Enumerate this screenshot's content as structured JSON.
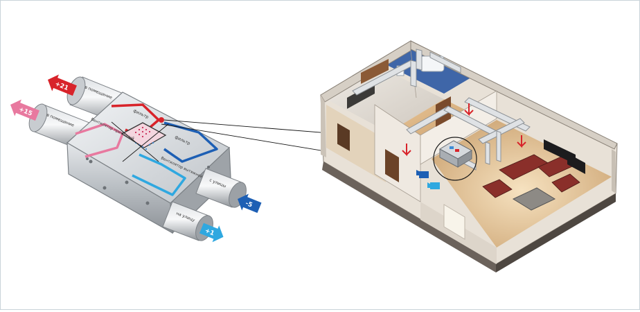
{
  "unit": {
    "port_labels": {
      "to_room_top": "в помещение",
      "to_room_bottom": "в помещение",
      "from_street": "с улицы",
      "to_street": "на улицу"
    },
    "channel_labels": {
      "filter_top": "фильтр",
      "filter_right": "фильтр",
      "fan_supply": "Вентилятор приточный",
      "fan_exhaust": "Вентилятор вытяжной"
    },
    "temperatures": {
      "room_supply": "+21",
      "room_exhaust": "+15",
      "street_in": "-5",
      "street_out": "+1"
    }
  },
  "colors": {
    "warm_supply": "#d8232a",
    "warm_exhaust": "#e8799f",
    "cold_in": "#1d5fb4",
    "cold_out": "#2fa8e0",
    "housing": "#b8bcc0"
  }
}
